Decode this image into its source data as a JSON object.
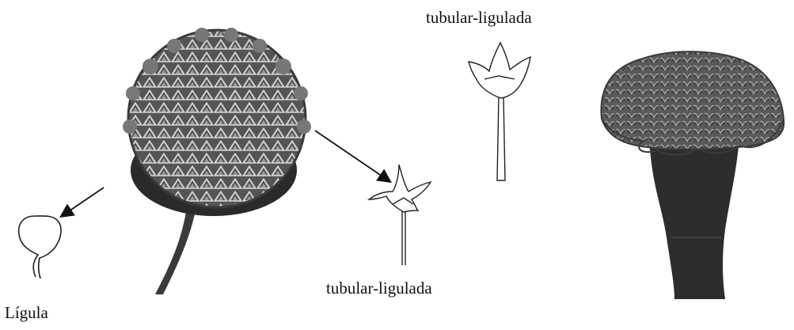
{
  "labels": {
    "tubular_top": "tubular-ligulada",
    "tubular_bottom": "tubular-ligulada",
    "ligula": "Lígula"
  },
  "colors": {
    "ink": "#1a1a1a",
    "flower_dark": "#2f2f2f",
    "flower_mid": "#6b6b6b",
    "flower_light": "#bdbdbd"
  },
  "icons": {
    "ligula_petal": "petal-outline",
    "tubular_floret": "floret-outline",
    "arrows": "arrow"
  }
}
